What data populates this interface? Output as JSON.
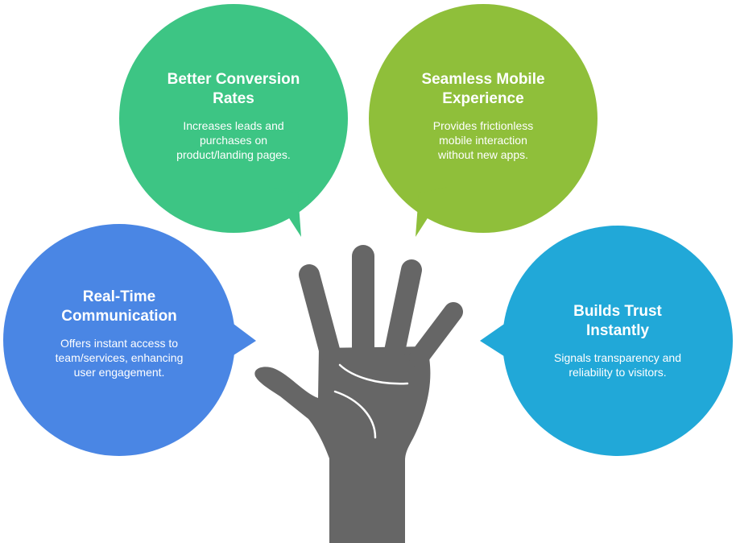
{
  "colors": {
    "green": "#3DC584",
    "olive": "#8FBF3A",
    "blue": "#4A86E4",
    "cyan": "#21A8D8",
    "hand": "#666666",
    "hand_lines": "#ffffff"
  },
  "bubbles": {
    "conversion": {
      "title": "Better Conversion Rates",
      "description": "Increases leads and purchases on product/landing pages."
    },
    "mobile": {
      "title": "Seamless Mobile Experience",
      "description": "Provides frictionless mobile interaction without new apps."
    },
    "realtime": {
      "title": "Real-Time Communication",
      "description": "Offers instant access to team/services, enhancing user engagement."
    },
    "trust": {
      "title": "Builds Trust Instantly",
      "description": "Signals transparency and reliability to visitors."
    }
  },
  "icons": {
    "center": "raised-hand-icon"
  }
}
